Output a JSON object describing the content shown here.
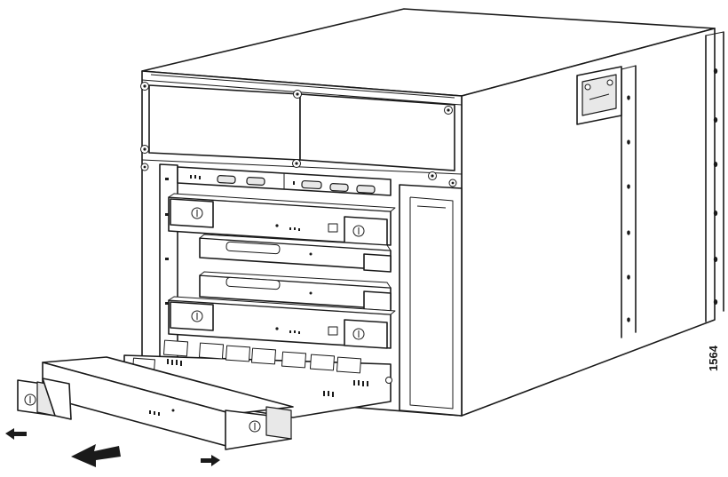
{
  "figure": {
    "figure_number": "1564"
  },
  "colors": {
    "line": "#1a1a1a",
    "background": "#ffffff",
    "shade": "#e8e8e8"
  },
  "parts": {
    "chassis": "router-chassis",
    "installed_cards": 4,
    "removed_card": "line-card-being-extracted",
    "arrows": [
      "pull-direction-arrow",
      "left-ejector-arrow",
      "right-ejector-arrow"
    ]
  }
}
